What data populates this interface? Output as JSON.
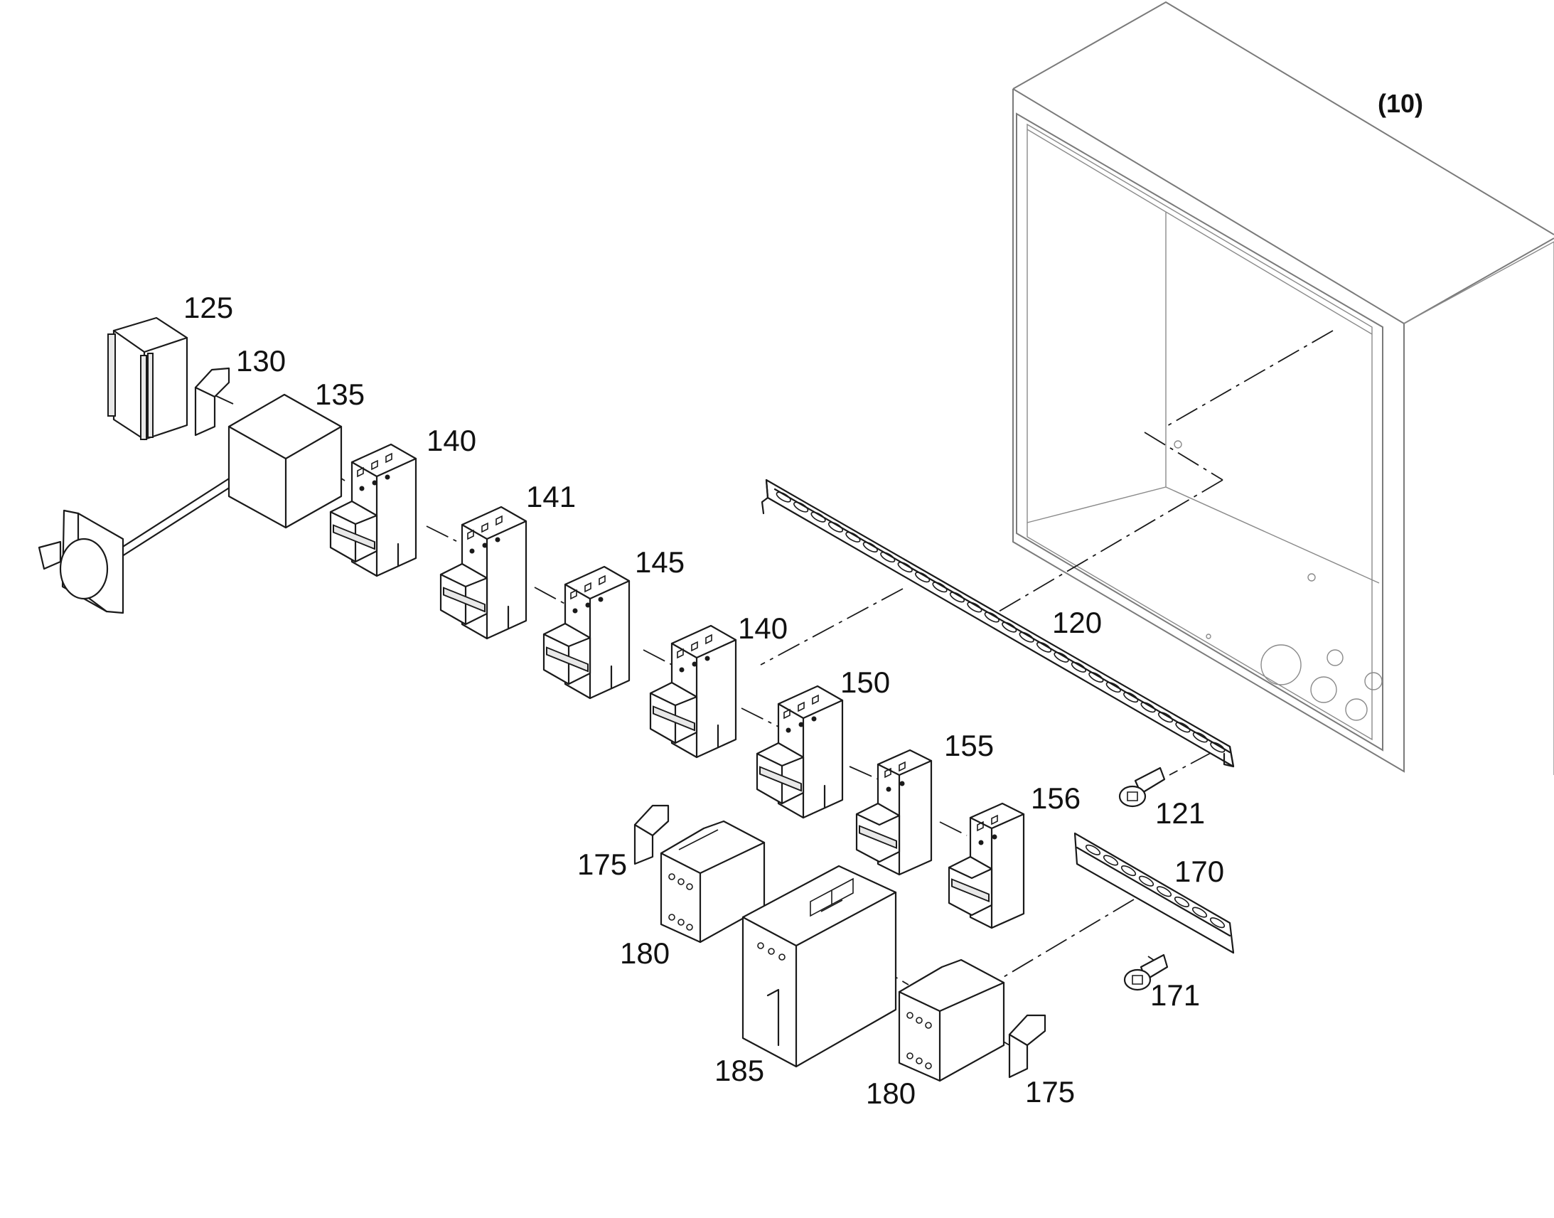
{
  "diagram": {
    "assembly_label": "(10)",
    "callouts": [
      {
        "id": "c125",
        "text": "125"
      },
      {
        "id": "c130",
        "text": "130"
      },
      {
        "id": "c135",
        "text": "135"
      },
      {
        "id": "c140a",
        "text": "140"
      },
      {
        "id": "c141",
        "text": "141"
      },
      {
        "id": "c145",
        "text": "145"
      },
      {
        "id": "c140b",
        "text": "140"
      },
      {
        "id": "c150",
        "text": "150"
      },
      {
        "id": "c155",
        "text": "155"
      },
      {
        "id": "c156",
        "text": "156"
      },
      {
        "id": "c120",
        "text": "120"
      },
      {
        "id": "c121",
        "text": "121"
      },
      {
        "id": "c170",
        "text": "170"
      },
      {
        "id": "c171",
        "text": "171"
      },
      {
        "id": "c175a",
        "text": "175"
      },
      {
        "id": "c180a",
        "text": "180"
      },
      {
        "id": "c185",
        "text": "185"
      },
      {
        "id": "c180b",
        "text": "180"
      },
      {
        "id": "c175b",
        "text": "175"
      }
    ]
  },
  "colors": {
    "line": "#1a1a1a",
    "enclosure": "#7a7a7a",
    "background": "#ffffff"
  }
}
